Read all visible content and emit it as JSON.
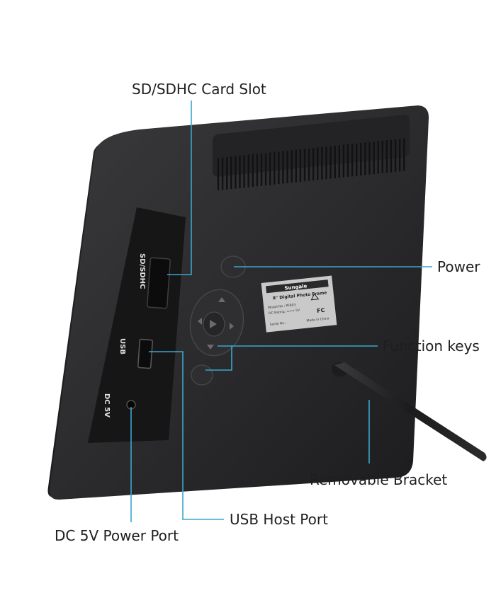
{
  "callouts": {
    "sd_slot": "SD/SDHC Card Slot",
    "power": "Power",
    "function_keys": "Function keys",
    "bracket": "Removable Bracket",
    "usb_host": "USB Host Port",
    "dc_power": "DC 5V Power Port"
  },
  "device": {
    "port_sd": "SD/SDHC",
    "port_usb": "USB",
    "port_dc": "DC 5V",
    "label_brand": "Sungale",
    "label_model": "8\" Digital Photo Frame",
    "label_model_no": "Model No.: PF803",
    "label_rating": "DC Rating: === 5V",
    "label_serial": "Serial No.:",
    "label_made": "Made in China",
    "label_fc": "FC"
  },
  "colors": {
    "leader_line": "#3aa6cf",
    "frame_body": "#2c2c2e",
    "background": "#ffffff"
  }
}
